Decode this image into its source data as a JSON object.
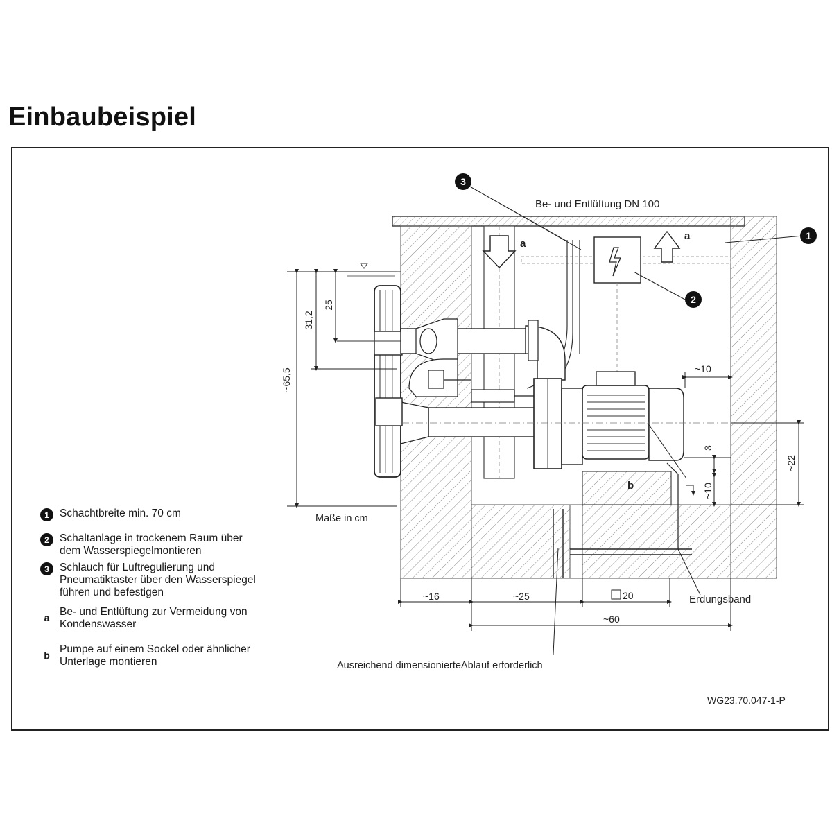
{
  "page": {
    "title": "Einbaubeispiel"
  },
  "legend": {
    "items": [
      {
        "key": "1",
        "type": "number",
        "lines": [
          "Schachtbreite min. 70 cm"
        ]
      },
      {
        "key": "2",
        "type": "number",
        "lines": [
          "Schaltanlage in trockenem Raum über",
          "dem Wasserspiegelmontieren"
        ]
      },
      {
        "key": "3",
        "type": "number",
        "lines": [
          "Schlauch für Luftregulierung und",
          "Pneumatiktaster über den Wasserspiegel",
          "führen und befestigen"
        ]
      },
      {
        "key": "a",
        "type": "letter",
        "lines": [
          "Be- und Entlüftung zur Vermeidung von",
          "Kondenswasser"
        ]
      },
      {
        "key": "b",
        "type": "letter",
        "lines": [
          "Pumpe auf einem Sockel oder ähnlicher",
          "Unterlage montieren"
        ]
      }
    ]
  },
  "diagram": {
    "vent_label": "Be- und Entlüftung DN 100",
    "callouts": {
      "one": "1",
      "two": "2",
      "three": "3"
    },
    "letters": {
      "a": "a",
      "b": "b"
    },
    "dims": {
      "d65": "~65,5",
      "d31": "31,2",
      "d25": "25",
      "d10_top": "~10",
      "d3": "3",
      "d22": "~22",
      "d10_low": "~10",
      "d16": "~16",
      "d25_h": "~25",
      "d20": "20",
      "d60": "~60"
    },
    "units_note": "Maße in cm",
    "ground_strap": "Erdungsband",
    "drain_note": "Ausreichend dimensionierteAblauf erforderlich",
    "drawing_id": "WG23.70.047-1-P"
  }
}
